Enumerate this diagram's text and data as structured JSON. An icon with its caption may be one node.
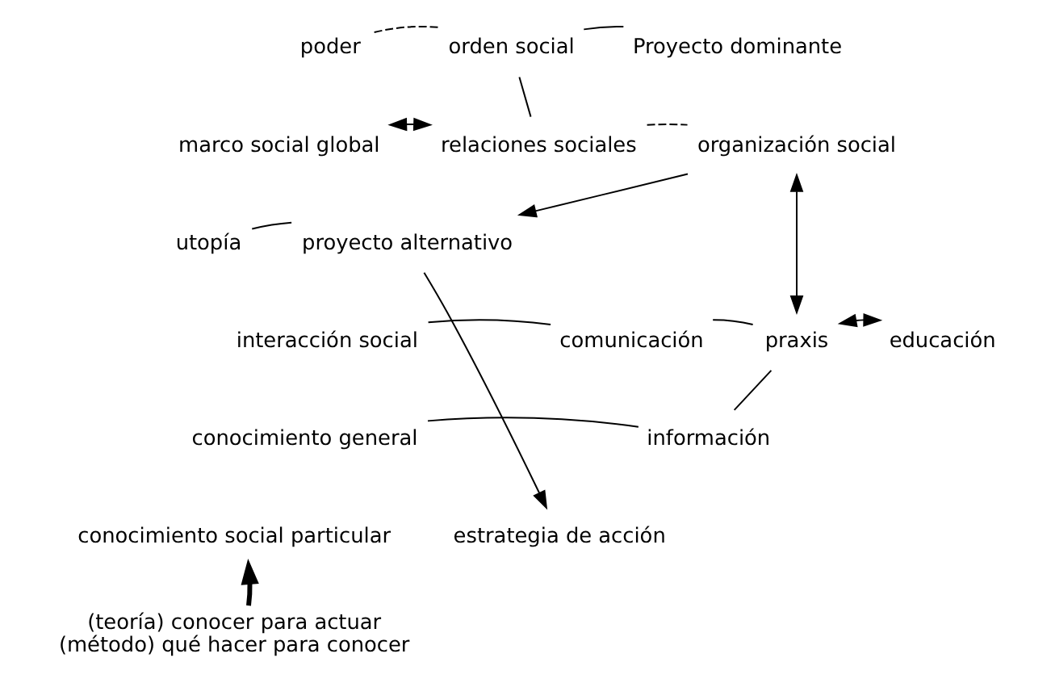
{
  "diagram": {
    "nodes": [
      {
        "text": [
          "poder"
        ]
      },
      {
        "text": [
          "orden social"
        ]
      },
      {
        "text": [
          "Proyecto dominante"
        ]
      },
      {
        "text": [
          "marco social global"
        ]
      },
      {
        "text": [
          "relaciones sociales"
        ]
      },
      {
        "text": [
          "organización social"
        ]
      },
      {
        "text": [
          "proyecto alternativo"
        ]
      },
      {
        "text": [
          "utopía"
        ]
      },
      {
        "text": [
          "interacción social"
        ]
      },
      {
        "text": [
          "comunicación"
        ]
      },
      {
        "text": [
          "praxis"
        ]
      },
      {
        "text": [
          "educación"
        ]
      },
      {
        "text": [
          "conocimiento general"
        ]
      },
      {
        "text": [
          "información"
        ]
      },
      {
        "text": [
          "conocimiento social particular"
        ]
      },
      {
        "text": [
          "estrategia de acción"
        ]
      },
      {
        "text": [
          "(teoría) conocer para actuar",
          "(método) qué hacer para conocer"
        ]
      }
    ],
    "edges": [
      {
        "from": 0,
        "to": 1,
        "arrow": "none",
        "style": "dashed"
      },
      {
        "from": 1,
        "to": 2,
        "arrow": "none"
      },
      {
        "from": 1,
        "to": 4,
        "arrow": "none"
      },
      {
        "from": 3,
        "to": 4,
        "arrow": "both"
      },
      {
        "from": 4,
        "to": 5,
        "arrow": "none",
        "style": "dashed"
      },
      {
        "from": 5,
        "to": 6,
        "arrow": "to"
      },
      {
        "from": 5,
        "to": 10,
        "arrow": "both"
      },
      {
        "from": 7,
        "to": 6,
        "arrow": "none"
      },
      {
        "from": 6,
        "to": 15,
        "arrow": "to"
      },
      {
        "from": 8,
        "to": 9,
        "arrow": "none"
      },
      {
        "from": 9,
        "to": 10,
        "arrow": "none"
      },
      {
        "from": 13,
        "to": 10,
        "arrow": "none"
      },
      {
        "from": 12,
        "to": 13,
        "arrow": "none"
      },
      {
        "from": 10,
        "to": 11,
        "arrow": "both"
      },
      {
        "from": 16,
        "to": 14,
        "arrow": "to",
        "style": "thick"
      }
    ]
  }
}
